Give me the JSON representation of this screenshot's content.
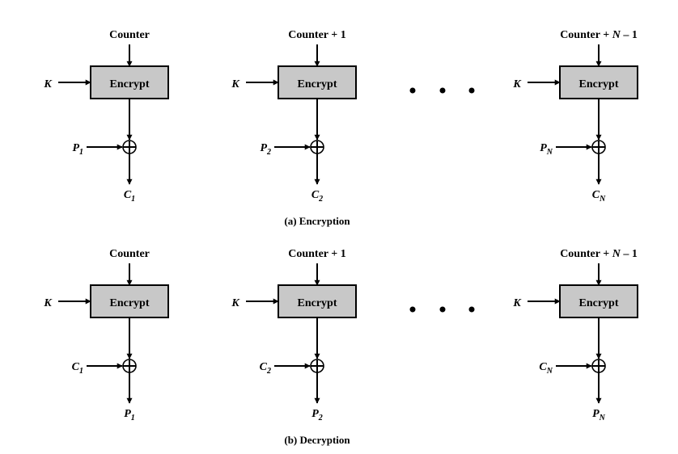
{
  "encryption": {
    "caption": "(a) Encryption",
    "stages": [
      {
        "counter": "Counter",
        "counter_var": "",
        "counter_tail": "",
        "key": "K",
        "box": "Encrypt",
        "input": "P",
        "input_sub": "1",
        "output": "C",
        "output_sub": "1"
      },
      {
        "counter": "Counter + 1",
        "counter_var": "",
        "counter_tail": "",
        "key": "K",
        "box": "Encrypt",
        "input": "P",
        "input_sub": "2",
        "output": "C",
        "output_sub": "2"
      },
      {
        "counter": "Counter + ",
        "counter_var": "N",
        "counter_tail": " – 1",
        "key": "K",
        "box": "Encrypt",
        "input": "P",
        "input_sub": "N",
        "output": "C",
        "output_sub": "N"
      }
    ]
  },
  "decryption": {
    "caption": "(b) Decryption",
    "stages": [
      {
        "counter": "Counter",
        "counter_var": "",
        "counter_tail": "",
        "key": "K",
        "box": "Encrypt",
        "input": "C",
        "input_sub": "1",
        "output": "P",
        "output_sub": "1"
      },
      {
        "counter": "Counter + 1",
        "counter_var": "",
        "counter_tail": "",
        "key": "K",
        "box": "Encrypt",
        "input": "C",
        "input_sub": "2",
        "output": "P",
        "output_sub": "2"
      },
      {
        "counter": "Counter + ",
        "counter_var": "N",
        "counter_tail": " – 1",
        "key": "K",
        "box": "Encrypt",
        "input": "C",
        "input_sub": "N",
        "output": "P",
        "output_sub": "N"
      }
    ]
  }
}
